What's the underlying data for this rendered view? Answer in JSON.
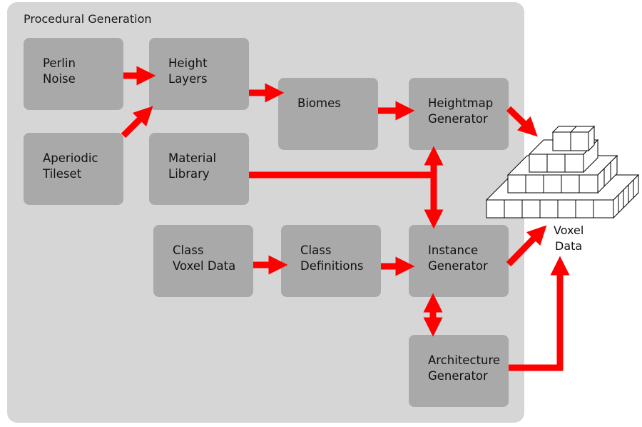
{
  "panel": {
    "title": "Procedural Generation"
  },
  "colors": {
    "panel_bg": "#d6d6d6",
    "node_bg": "#a9a9a9",
    "arrow": "#ff0000"
  },
  "nodes": {
    "perlin": "Perlin\nNoise",
    "height_layers": "Height\nLayers",
    "biomes": "Biomes",
    "heightmap": "Heightmap\nGenerator",
    "aperiodic": "Aperiodic\nTileset",
    "material": "Material\nLibrary",
    "class_voxel": "Class\nVoxel Data",
    "class_defs": "Class\nDefinitions",
    "instance": "Instance\nGenerator",
    "architecture": "Architecture\nGenerator"
  },
  "output": {
    "label": "Voxel\nData",
    "icon": "voxel-pyramid-icon"
  },
  "edges": [
    {
      "from": "Perlin Noise",
      "to": "Height Layers"
    },
    {
      "from": "Aperiodic Tileset",
      "to": "Height Layers"
    },
    {
      "from": "Height Layers",
      "to": "Biomes"
    },
    {
      "from": "Biomes",
      "to": "Heightmap Generator"
    },
    {
      "from": "Material Library",
      "to": "Heightmap Generator / Instance Generator"
    },
    {
      "from": "Heightmap Generator",
      "to": "Voxel Data"
    },
    {
      "from": "Class Voxel Data",
      "to": "Class Definitions"
    },
    {
      "from": "Class Definitions",
      "to": "Instance Generator"
    },
    {
      "from": "Instance Generator",
      "to": "Voxel Data"
    },
    {
      "from": "Instance Generator",
      "to": "Architecture Generator",
      "bidirectional": true
    },
    {
      "from": "Architecture Generator",
      "to": "Voxel Data"
    }
  ]
}
